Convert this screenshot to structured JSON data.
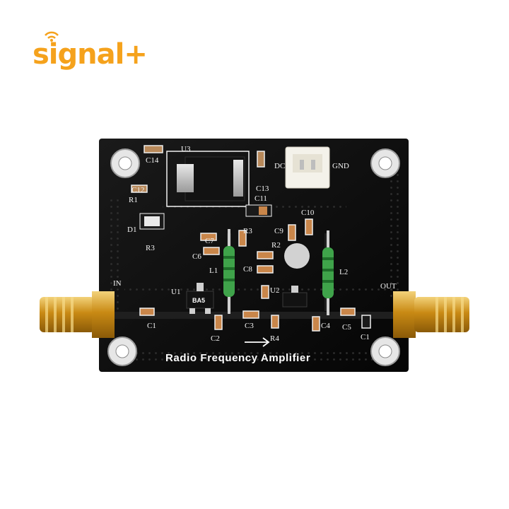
{
  "brand": {
    "logo_text": "signal+",
    "accent_color": "#f5a21c"
  },
  "board": {
    "title": "Radio Frequency Amplifier",
    "chip_marking": "BA5",
    "port_in": "IN",
    "port_out": "OUT",
    "power_plus": "DC",
    "power_gnd": "GND",
    "labels": {
      "U3": "U3",
      "C14": "C14",
      "C12": "C12",
      "R1": "R1",
      "D1": "D1",
      "R3_top": "R3",
      "R3": "R3",
      "C13": "C13",
      "C11": "C11",
      "C10": "C10",
      "C9": "C9",
      "C6": "C6",
      "C7": "C7",
      "C8": "C8",
      "R2": "R2",
      "L1": "L1",
      "L2": "L2",
      "U1": "U1",
      "U2": "U2",
      "C1": "C1",
      "C2": "C2",
      "C3": "C3",
      "R4": "R4",
      "C4": "C4",
      "C5": "C5",
      "C1b": "C1"
    },
    "colors": {
      "pcb": "#0c0c0c",
      "silkscreen": "#f2f2f2",
      "gold": "#d9a21e",
      "inductor": "#3fa34a",
      "connector": "#f4f2ea"
    }
  }
}
